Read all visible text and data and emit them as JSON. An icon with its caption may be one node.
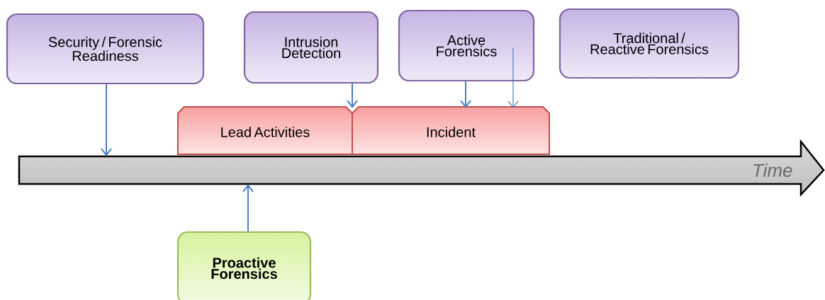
{
  "diagram": {
    "nodes": [
      {
        "text": [
          "Security / Forensic Readiness"
        ]
      },
      {
        "text": [
          "Intrusion Detection"
        ]
      },
      {
        "text": [
          "Active Forensics"
        ]
      },
      {
        "text": [
          "Traditional / Reactive Forensics"
        ]
      },
      {
        "text": [
          "Lead Activities"
        ]
      },
      {
        "text": [
          "Incident"
        ]
      },
      {
        "text": [
          "Time"
        ]
      },
      {
        "text": [
          "Proactive Forensics"
        ]
      }
    ],
    "edges": [
      {
        "from": 0,
        "to": 6,
        "arrow": "to"
      },
      {
        "from": 1,
        "to": 5,
        "arrow": "to"
      },
      {
        "from": 2,
        "to": 5,
        "arrow": "to"
      },
      {
        "from": 2,
        "to": 5,
        "arrow": "to"
      },
      {
        "from": 7,
        "to": 6,
        "arrow": "to"
      }
    ]
  }
}
